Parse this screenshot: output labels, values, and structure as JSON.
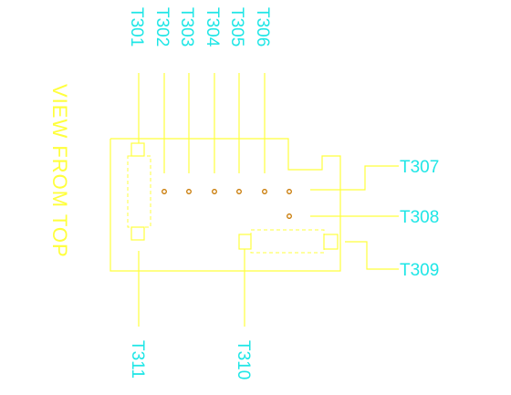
{
  "view_label": "VIEW FROM TOP",
  "labels": {
    "t301": "T301",
    "t302": "T302",
    "t303": "T303",
    "t304": "T304",
    "t305": "T305",
    "t306": "T306",
    "t307": "T307",
    "t308": "T308",
    "t309": "T309",
    "t310": "T310",
    "t311": "T311"
  },
  "colors": {
    "outline": "#ffff3c",
    "labels": "#1ee6e6",
    "pins": "#c87800",
    "background": "#ffffff"
  }
}
